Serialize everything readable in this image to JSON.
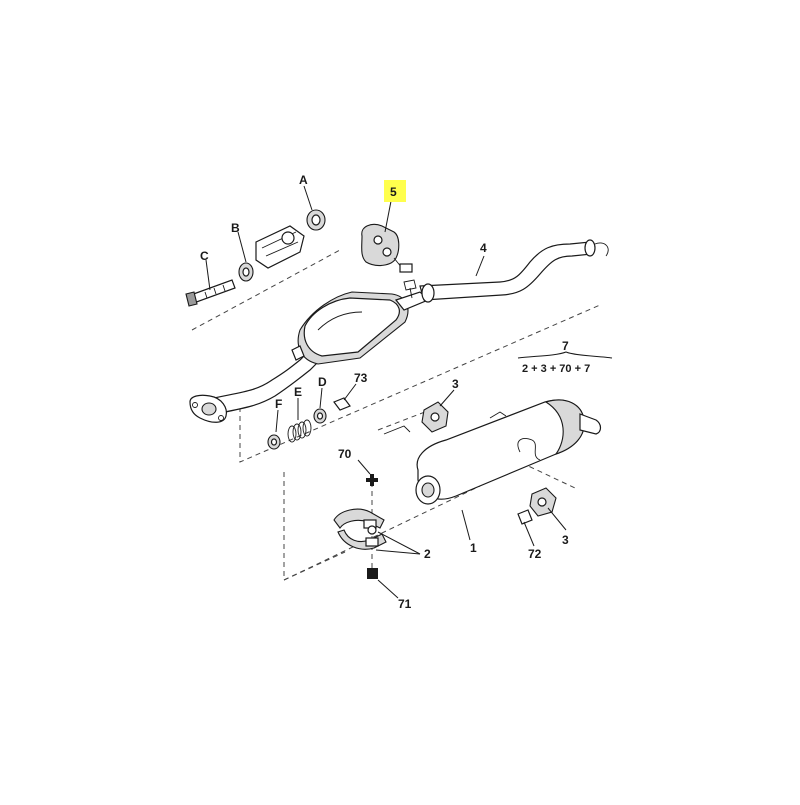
{
  "diagram": {
    "highlight_color": "#ffff4d",
    "labels": {
      "p1": "1",
      "p2": "2",
      "p3a": "3",
      "p3b": "3",
      "p4": "4",
      "p5": "5",
      "p7": "7",
      "kit": "2 + 3 + 70 + 7",
      "p70": "70",
      "p71": "71",
      "p72": "72",
      "p73": "73",
      "pA": "A",
      "pB": "B",
      "pC": "C",
      "pD": "D",
      "pE": "E",
      "pF": "F"
    }
  }
}
